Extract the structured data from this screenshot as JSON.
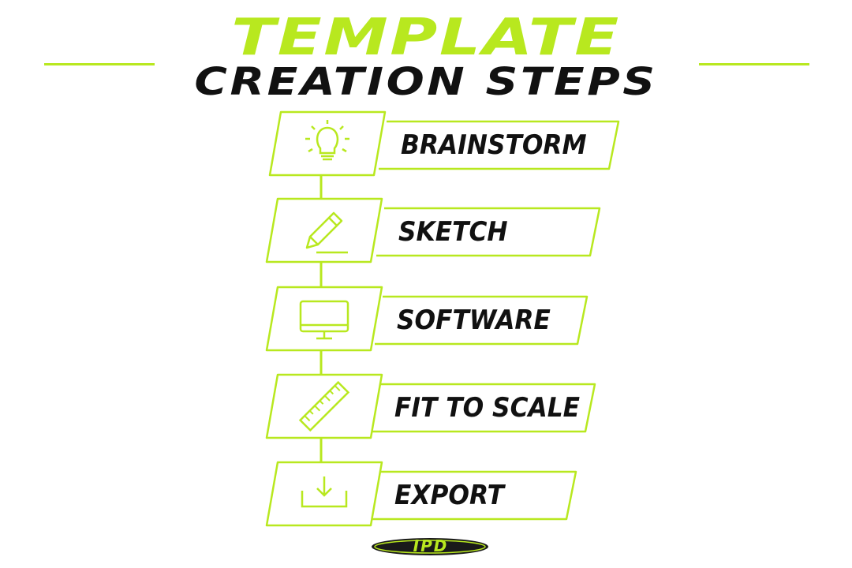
{
  "title": {
    "line1": "TEMPLATE",
    "line2": "CREATION STEPS"
  },
  "colors": {
    "accent": "#b8e81f",
    "text": "#111111",
    "background": "#ffffff"
  },
  "steps": [
    {
      "label": "BRAINSTORM",
      "icon": "lightbulb-icon"
    },
    {
      "label": "SKETCH",
      "icon": "pencil-icon"
    },
    {
      "label": "SOFTWARE",
      "icon": "monitor-icon"
    },
    {
      "label": "FIT TO SCALE",
      "icon": "ruler-icon"
    },
    {
      "label": "EXPORT",
      "icon": "download-icon"
    }
  ],
  "logo": {
    "text": "IPD"
  }
}
